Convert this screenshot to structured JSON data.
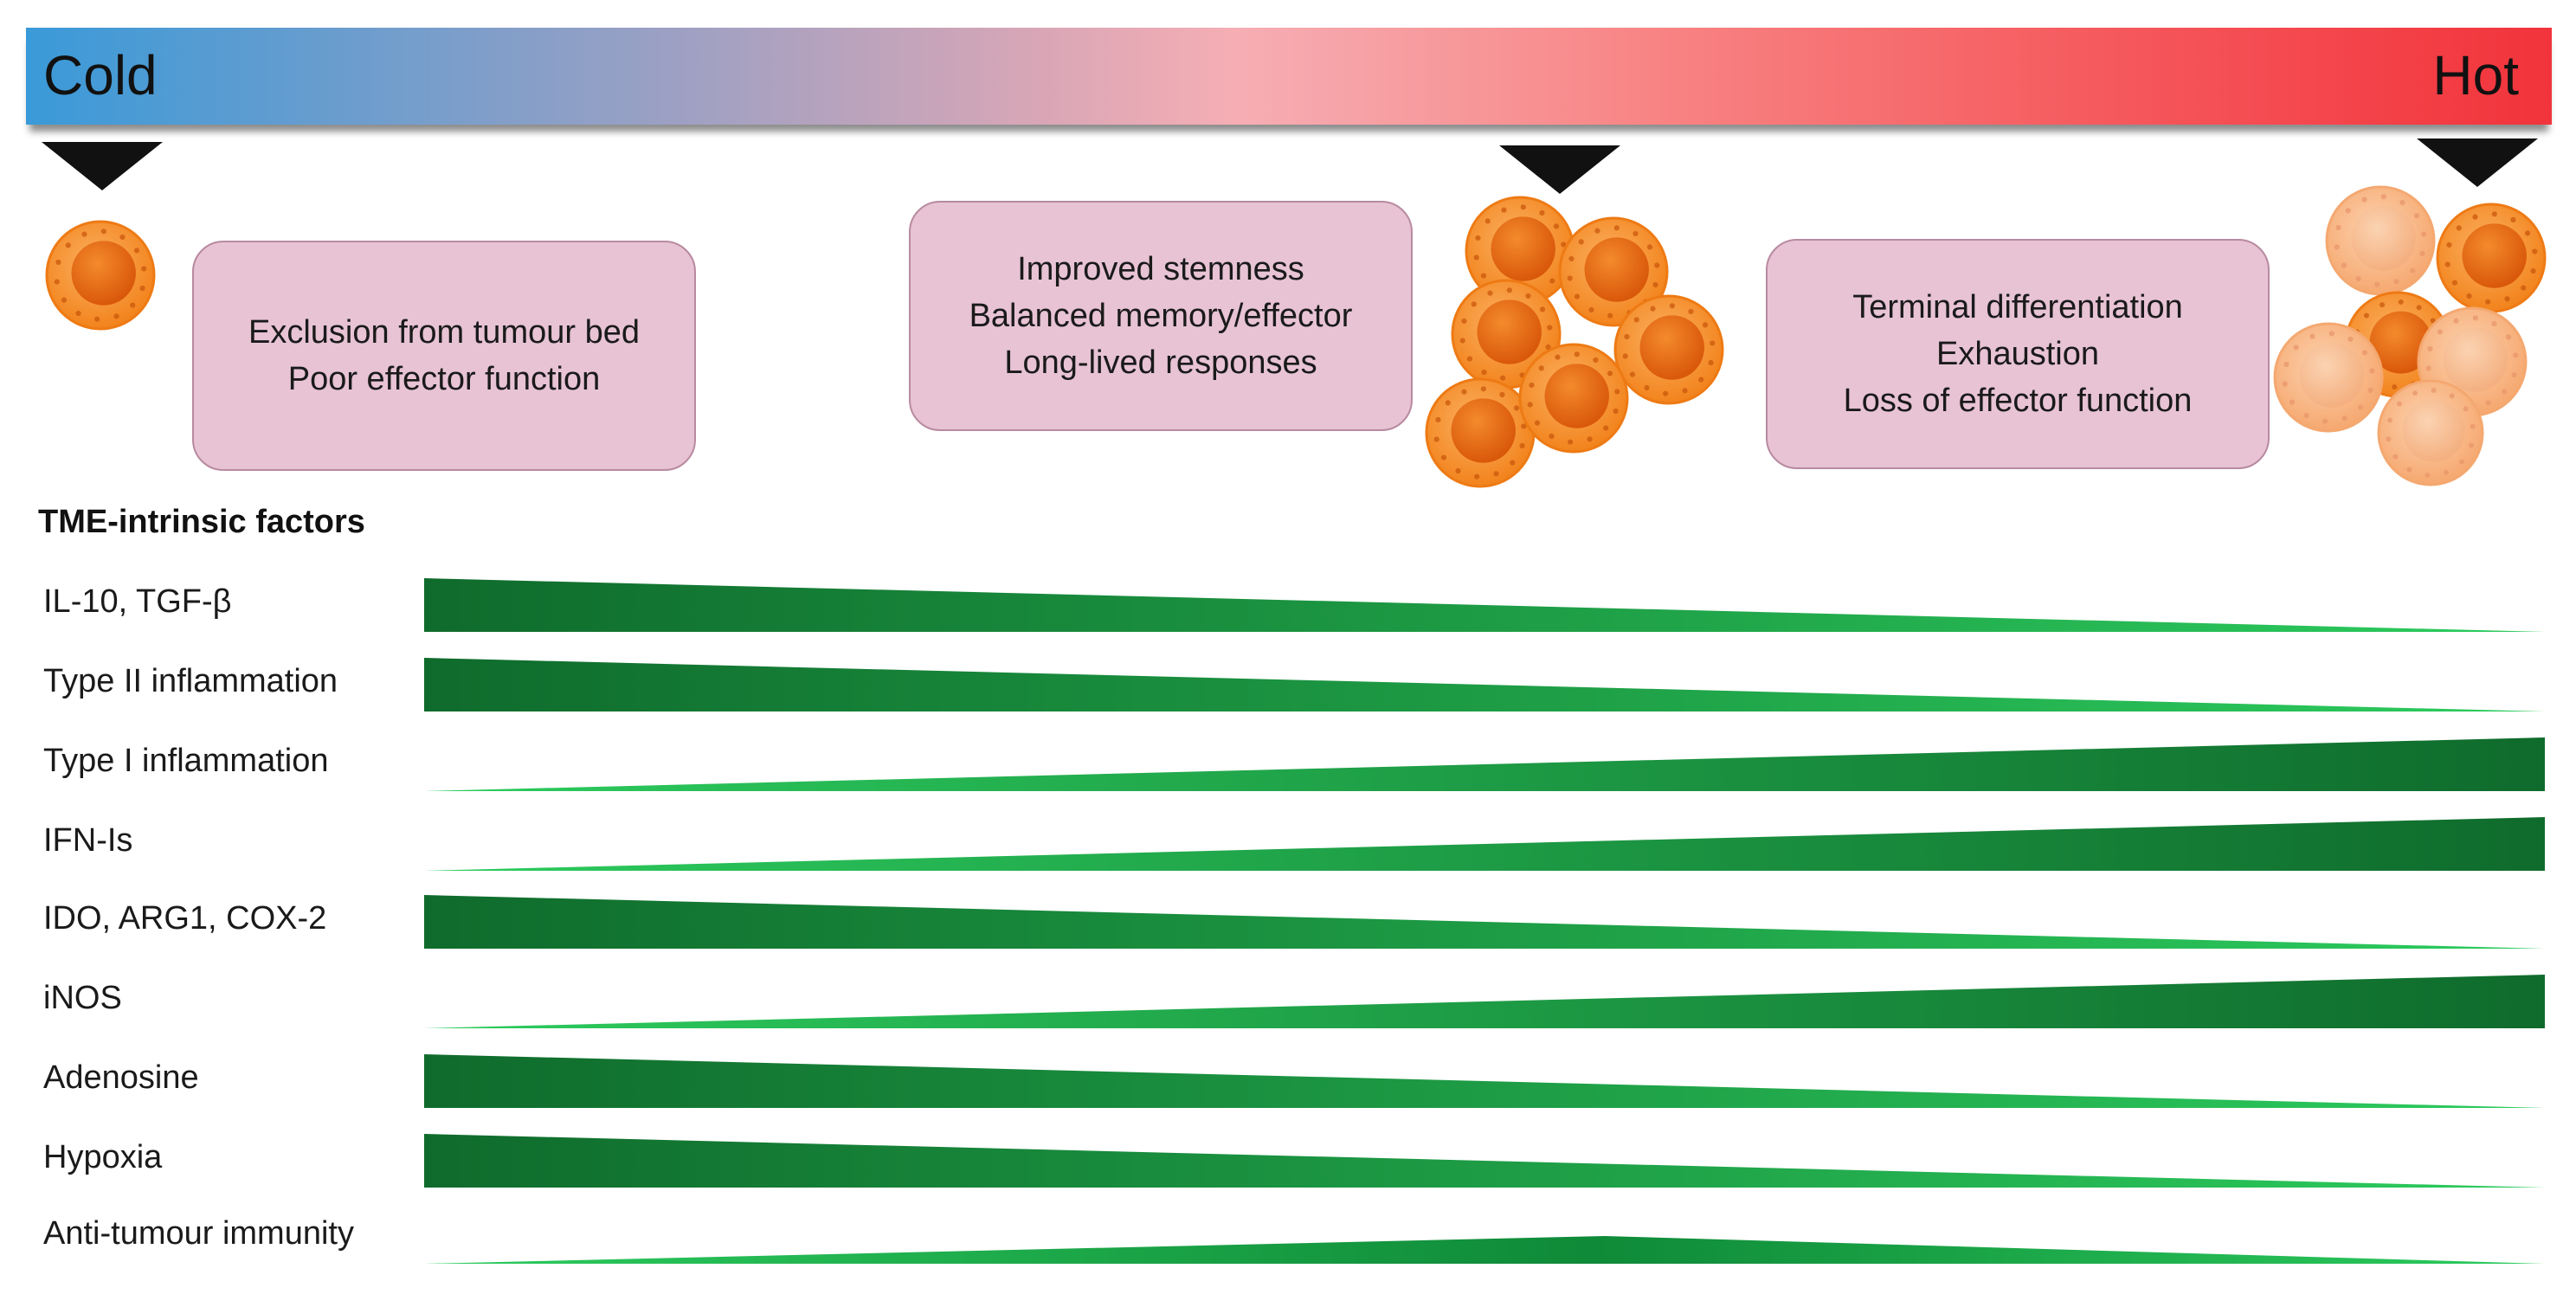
{
  "scale": {
    "left_label": "Cold",
    "right_label": "Hot",
    "colors": [
      "#3a9ad8",
      "#f6aeb4",
      "#f2333b"
    ]
  },
  "boxes": [
    {
      "lines": [
        "Exclusion from tumour bed",
        "Poor effector function"
      ]
    },
    {
      "lines": [
        "Improved stemness",
        "Balanced memory/effector",
        "Long-lived responses"
      ]
    },
    {
      "lines": [
        "Terminal differentiation",
        "Exhaustion",
        "Loss of effector function"
      ]
    }
  ],
  "factors": {
    "heading": "TME-intrinsic factors",
    "rows": [
      {
        "label": "IL-10, TGF-β",
        "trend": "decreasing"
      },
      {
        "label": "Type II inflammation",
        "trend": "decreasing"
      },
      {
        "label": "Type I inflammation",
        "trend": "increasing"
      },
      {
        "label": "IFN-Is",
        "trend": "increasing"
      },
      {
        "label": "IDO, ARG1, COX-2",
        "trend": "decreasing"
      },
      {
        "label": "iNOS",
        "trend": "increasing"
      },
      {
        "label": "Adenosine",
        "trend": "decreasing"
      },
      {
        "label": "Hypoxia",
        "trend": "decreasing"
      },
      {
        "label": "Anti-tumour immunity",
        "trend": "peak-middle"
      }
    ]
  },
  "colors": {
    "dark_green": "#0f6b2c",
    "light_green": "#2cbf58",
    "cell_orange": "#f5902a",
    "cell_core": "#e5600e",
    "cell_pale": "#f8b585"
  }
}
